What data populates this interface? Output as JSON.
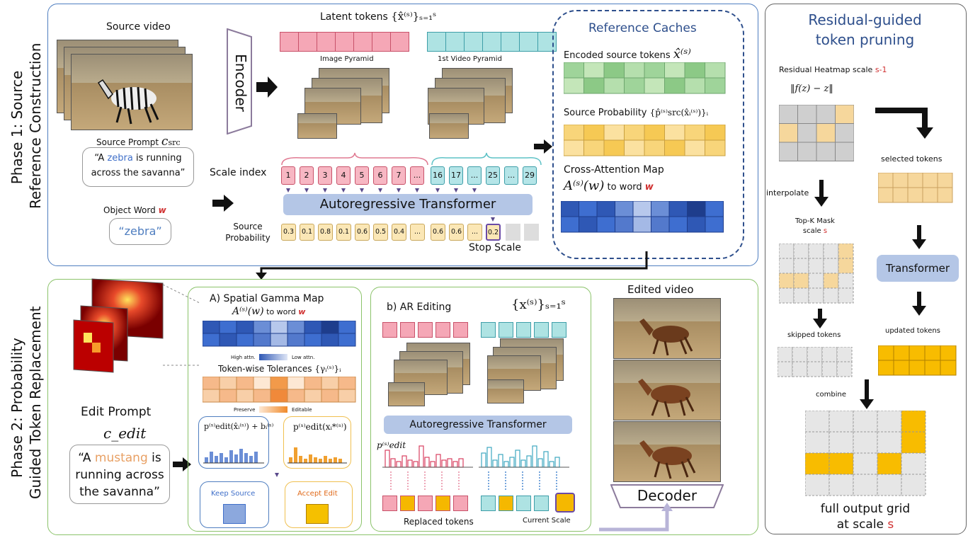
{
  "phase1": {
    "label_line1": "Phase 1: Source",
    "label_line2": "Reference Construction",
    "source_video": "Source video",
    "encoder": "Encoder",
    "source_prompt_label": "Source Prompt",
    "source_prompt_symbol": "c",
    "source_prompt_sub": "src",
    "prompt_part1": "“A ",
    "prompt_highlight": "zebra",
    "prompt_part2": " is running",
    "prompt_line2": "across the savanna”",
    "object_word_label": "Object Word",
    "object_word_symbol": "w",
    "object_word_value": "“zebra”",
    "latent_tokens_label": "Latent tokens",
    "latent_tokens_formula": "{x̂⁽ˢ⁾}ₛ₌₁ˢ",
    "image_pyramid": "Image Pyramid",
    "video_pyramid": "1st Video Pyramid",
    "scale_index_label": "Scale index",
    "scale_indices_image": [
      "1",
      "2",
      "3",
      "4",
      "5",
      "6",
      "7",
      "..."
    ],
    "scale_indices_video": [
      "16",
      "17",
      "...",
      "25",
      "...",
      "29"
    ],
    "transformer_label": "Autoregressive Transformer",
    "source_probability_label_1": "Source",
    "source_probability_label_2": "Probability",
    "probabilities_image": [
      "0.3",
      "0.1",
      "0.8",
      "0.1",
      "0.6",
      "0.5",
      "0.4",
      "..."
    ],
    "probabilities_video": [
      "0.6",
      "0.6",
      "...",
      "0.2"
    ],
    "stop_scale": "Stop Scale"
  },
  "reference_caches": {
    "title": "Reference Caches",
    "encoded_label": "Encoded source tokens",
    "encoded_formula": "x̂⁽ˢ⁾",
    "source_prob_label": "Source Probability",
    "source_prob_formula": "{p̂⁽ˢ⁾src(x̂ᵢ⁽ˢ⁾)}ᵢ",
    "cross_attn_label": "Cross-Attention Map",
    "cross_attn_formula": "A⁽ˢ⁾(w)",
    "to_word": "to word",
    "word_symbol": "w"
  },
  "phase2": {
    "label_line1": "Phase 2: Probability",
    "label_line2": "Guided Token Replacement",
    "edit_prompt_label": "Edit Prompt",
    "edit_prompt_symbol": "c_edit",
    "edit_part1": "“A ",
    "edit_highlight": "mustang",
    "edit_part2": " is",
    "edit_line2": "running across",
    "edit_line3": "the savanna”"
  },
  "spatial_gamma": {
    "title": "A) Spatial Gamma Map",
    "attn_formula": "A⁽ˢ⁾(w)",
    "to_word": "to word",
    "word_symbol": "w",
    "high_attn": "High attn.",
    "low_attn": "Low attn.",
    "tolerances_label": "Token-wise Tolerances",
    "tolerances_formula": "{γᵢ⁽ˢ⁾}ᵢ",
    "preserve": "Preserve",
    "editable": "Editable",
    "left_formula": "p⁽ˢ⁾edit(x̂ᵢ⁽ˢ⁾) + bᵢ⁽ˢ⁾",
    "right_formula": "p⁽ˢ⁾edit(xᵢ*⁽ˢ⁾)",
    "keep_source": "Keep Source",
    "accept_edit": "Accept Edit"
  },
  "ar_editing": {
    "title": "b) AR Editing",
    "formula": "{x⁽ˢ⁾}ₛ₌₁ˢ",
    "transformer_label": "Autoregressive Transformer",
    "p_edit": "p⁽ˢ⁾edit",
    "replaced_tokens": "Replaced tokens",
    "current_scale": "Current Scale"
  },
  "output": {
    "edited_video": "Edited video",
    "decoder": "Decoder"
  },
  "pruning": {
    "title_line1": "Residual-guided",
    "title_line2": "token pruning",
    "heatmap_label": "Residual Heatmap scale",
    "heatmap_scale": "s-1",
    "residual_formula": "‖f(z) − z‖",
    "selected_tokens": "selected tokens",
    "interpolate": "interpolate",
    "topk_line1": "Top-K Mask",
    "topk_line2": "scale",
    "topk_scale": "s",
    "transformer_label": "Transformer",
    "skipped_tokens": "skipped tokens",
    "updated_tokens": "updated tokens",
    "combine": "combine",
    "output_line1": "full output grid",
    "output_line2": "at scale",
    "output_scale": "s"
  },
  "colors": {
    "phase1_border": "#4f7ec0",
    "phase2_border": "#8bc36a",
    "pink_token": "#f5a7b6",
    "teal_token": "#aee3e3",
    "transformer_fill": "#b4c6e6",
    "yellow_token": "#f5c242",
    "highlight_red": "#d03030",
    "zebra_blue": "#3f6fc9",
    "mustang_orange": "#e8a064"
  }
}
